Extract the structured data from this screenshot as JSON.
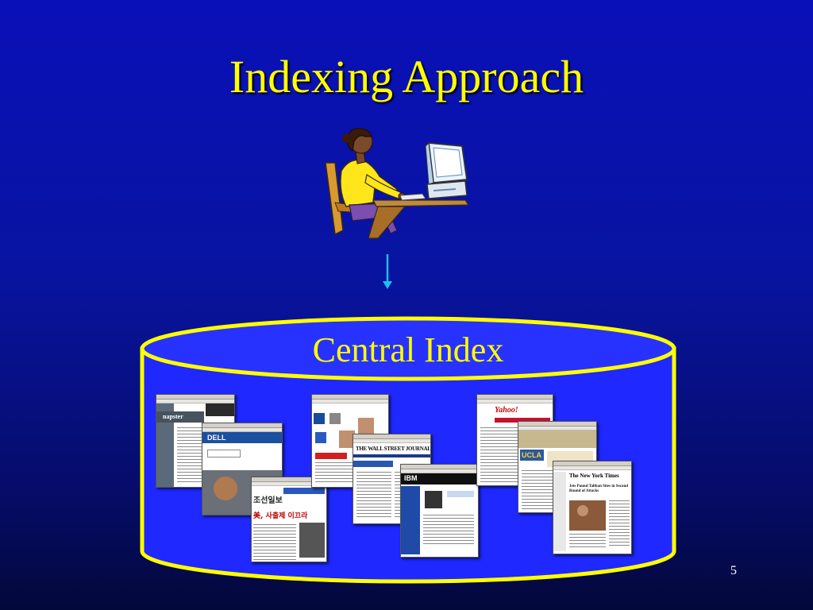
{
  "slide": {
    "title": "Indexing Approach",
    "page_number": "5"
  },
  "diagram": {
    "database_label": "Central Index",
    "user_icon": "person-at-computer-icon",
    "arrow_icon": "arrow-down-icon",
    "database_icon": "cylinder-database-icon"
  },
  "screenshots": {
    "napster": {
      "logo": "napster"
    },
    "dell": {
      "logo": "DELL"
    },
    "chosun": {
      "masthead": "조선일보",
      "headline": "美, 사출제 이끄라"
    },
    "wsj": {
      "masthead": "THE WALL STREET JOURNAL"
    },
    "ibm": {
      "logo": "IBM"
    },
    "yahoo": {
      "logo": "Yahoo!"
    },
    "ucla": {
      "logo": "UCLA"
    },
    "nyt": {
      "masthead": "The New York Times",
      "headline": "Jets Pound Taliban Sites in Second Round of Attacks"
    }
  },
  "colors": {
    "background_top": "#0a10b8",
    "background_bottom": "#03083a",
    "title": "#ffff00",
    "database_fill": "#1e28ff",
    "database_outline": "#ffff00",
    "arrow": "#22bbee"
  }
}
